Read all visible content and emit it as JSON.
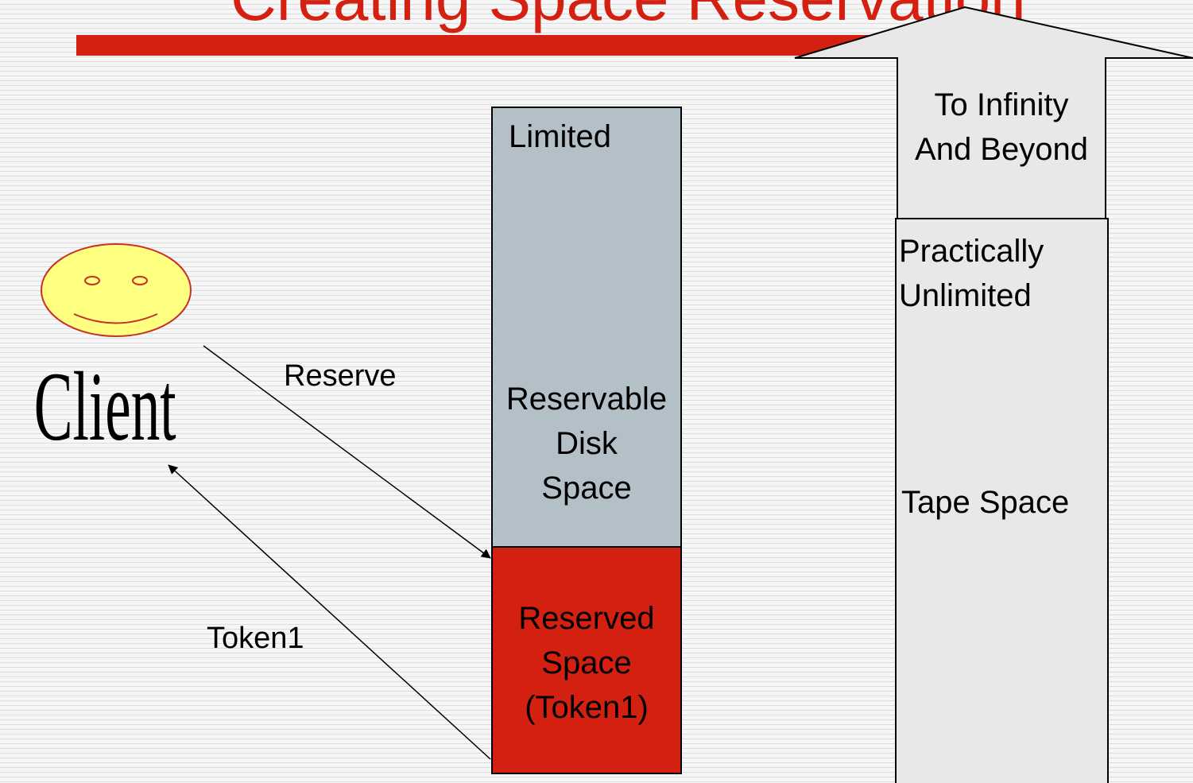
{
  "title": "Creating Space Reservation",
  "client": {
    "label": "Client"
  },
  "arrows": {
    "reserve_label": "Reserve",
    "token_label": "Token1"
  },
  "disk": {
    "top_label": "Limited",
    "middle_label_lines": [
      "Reservable",
      "Disk",
      "Space"
    ],
    "reserved_label_lines": [
      "Reserved",
      "Space",
      "(Token1)"
    ]
  },
  "tape": {
    "arrow_label_lines": [
      "To Infinity",
      "And Beyond"
    ],
    "top_label_lines": [
      "Practically",
      "Unlimited"
    ],
    "middle_label": "Tape Space"
  },
  "colors": {
    "title": "#d42010",
    "reserved": "#d42010",
    "disk": "#b4c0c8",
    "tape": "#e8e8e8",
    "face": "#ffff80",
    "face_outline": "#c8302a"
  },
  "icons": [
    "smiley-face-icon"
  ]
}
